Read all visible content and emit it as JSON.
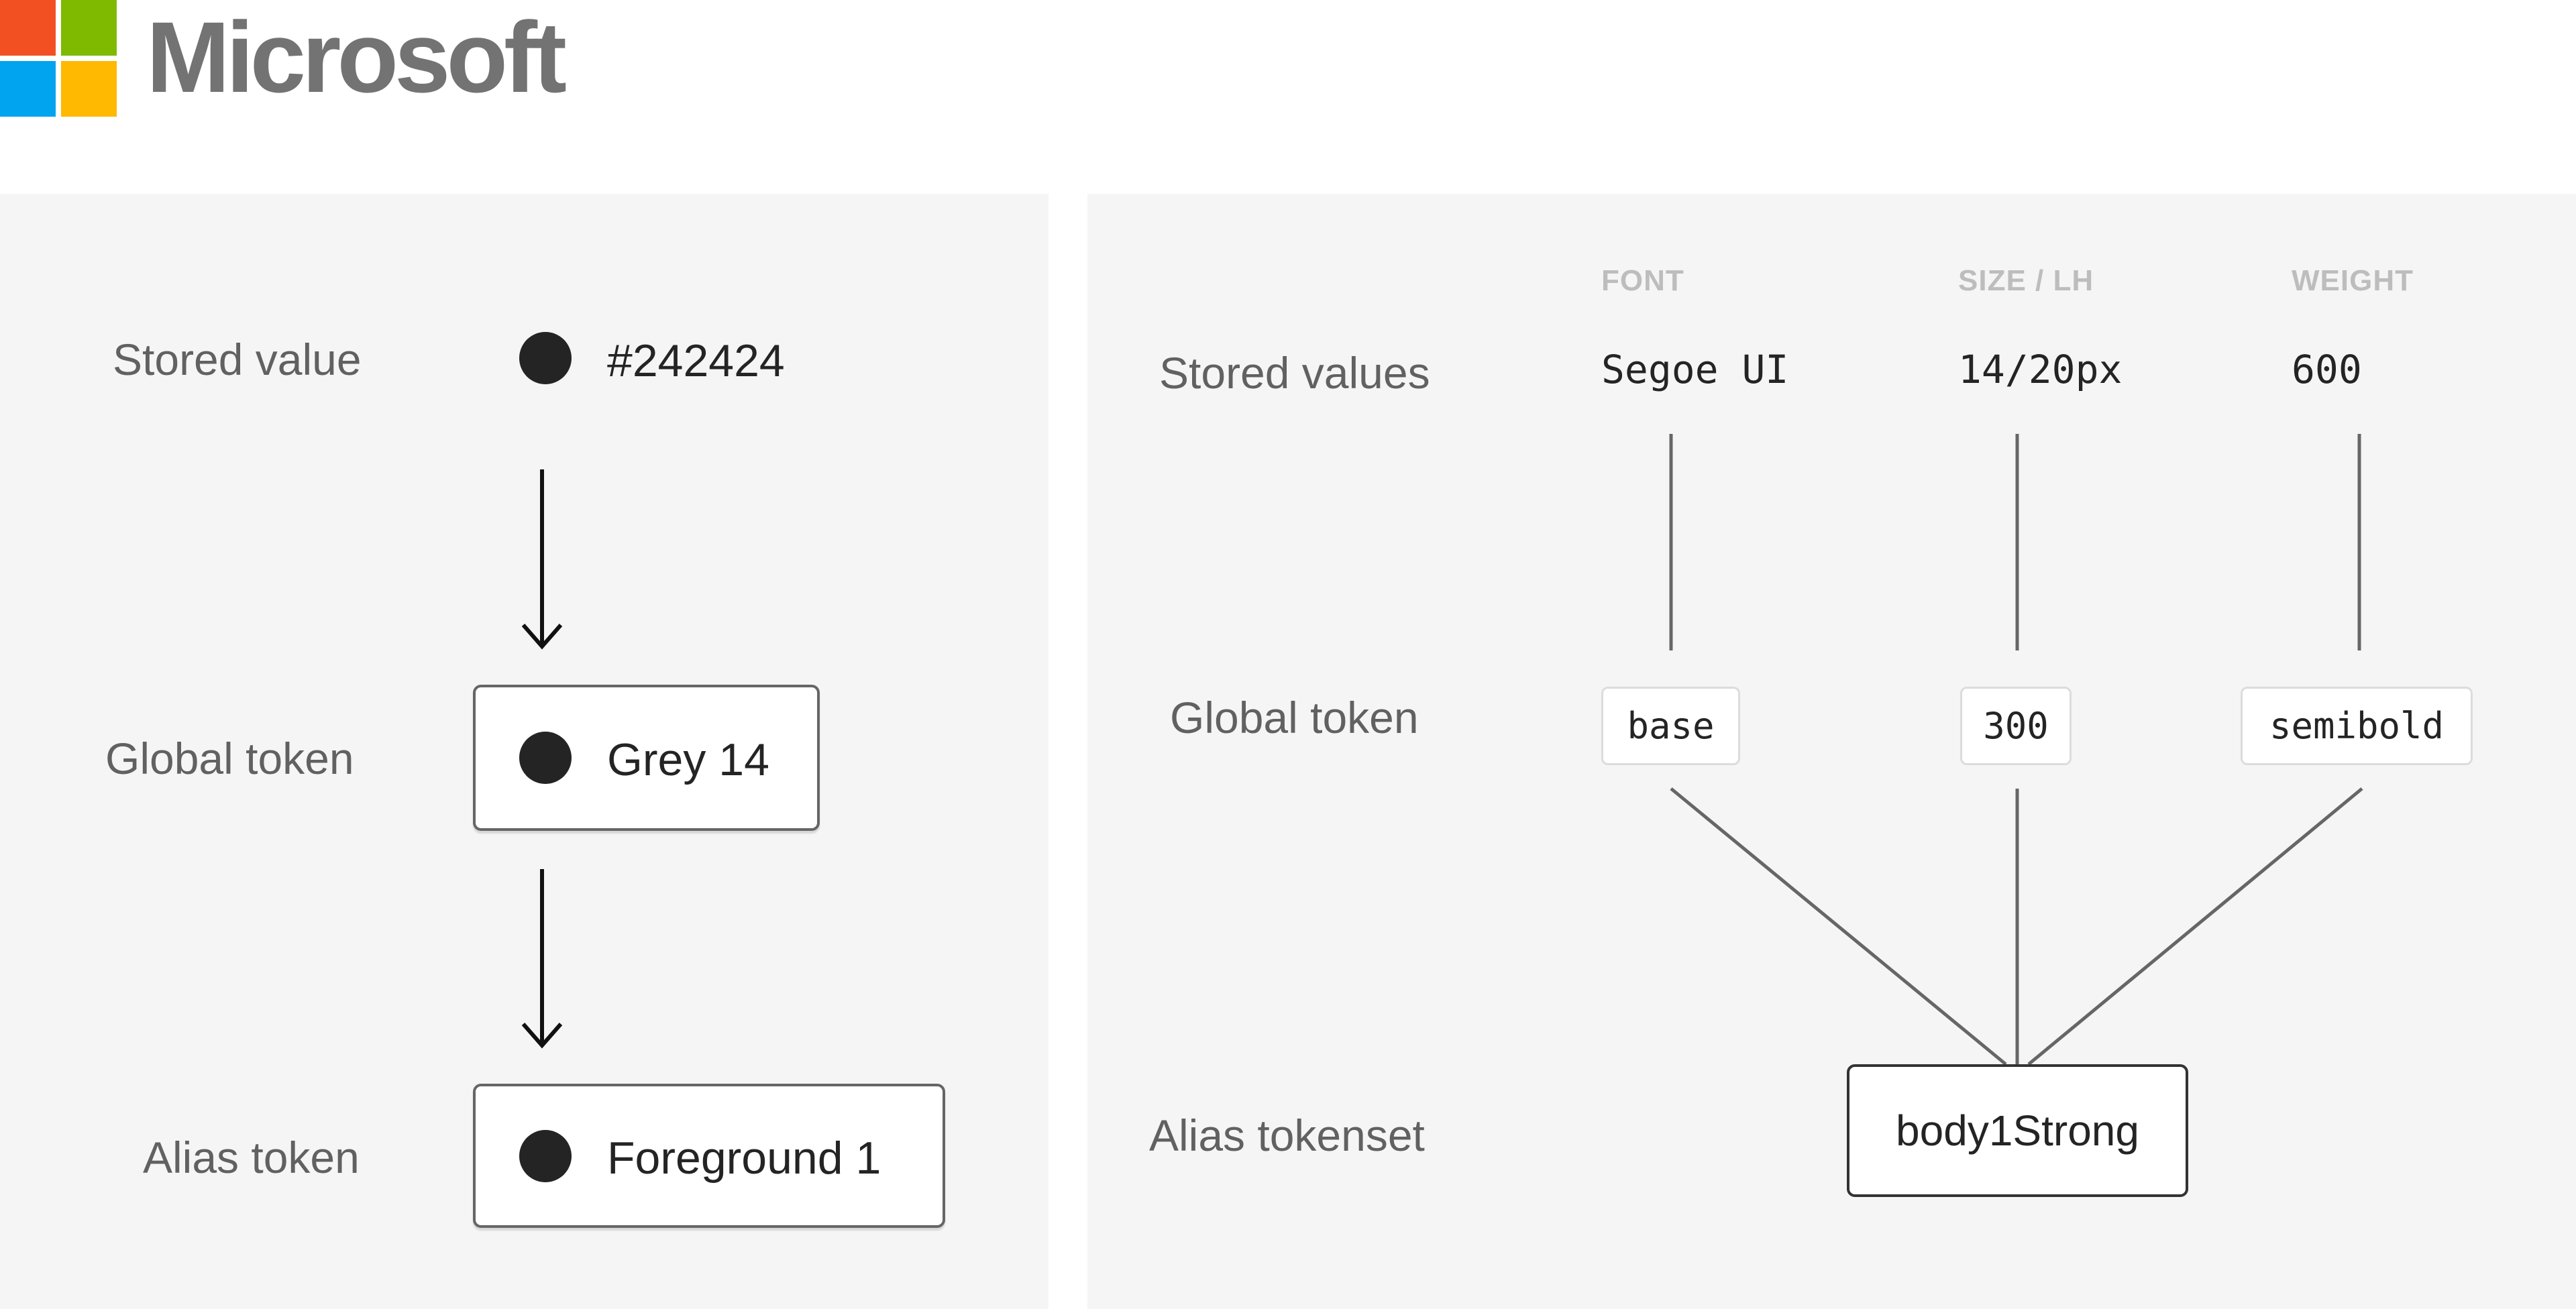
{
  "header": {
    "logo": {
      "name": "Microsoft",
      "colors": {
        "red": "#f25022",
        "green": "#7fba00",
        "blue": "#00a4ef",
        "yellow": "#ffb900"
      }
    }
  },
  "left_panel": {
    "rows": [
      {
        "label": "Stored value",
        "swatch_color": "#242424",
        "value": "#242424"
      },
      {
        "label": "Global token",
        "swatch_color": "#242424",
        "value": "Grey 14"
      },
      {
        "label": "Alias token",
        "swatch_color": "#242424",
        "value": "Foreground 1"
      }
    ]
  },
  "right_panel": {
    "columns": [
      {
        "header": "FONT",
        "stored_value": "Segoe UI",
        "global_token": "base"
      },
      {
        "header": "SIZE / LH",
        "stored_value": "14/20px",
        "global_token": "300"
      },
      {
        "header": "WEIGHT",
        "stored_value": "600",
        "global_token": "semibold"
      }
    ],
    "row_labels": {
      "stored": "Stored values",
      "global": "Global token",
      "alias": "Alias tokenset"
    },
    "alias_tokenset": "body1Strong"
  },
  "colors": {
    "panel_bg": "#f5f5f5",
    "text_primary": "#242424",
    "text_label": "#616161",
    "header_text": "#bdbdbd",
    "logo_text": "#737373"
  }
}
